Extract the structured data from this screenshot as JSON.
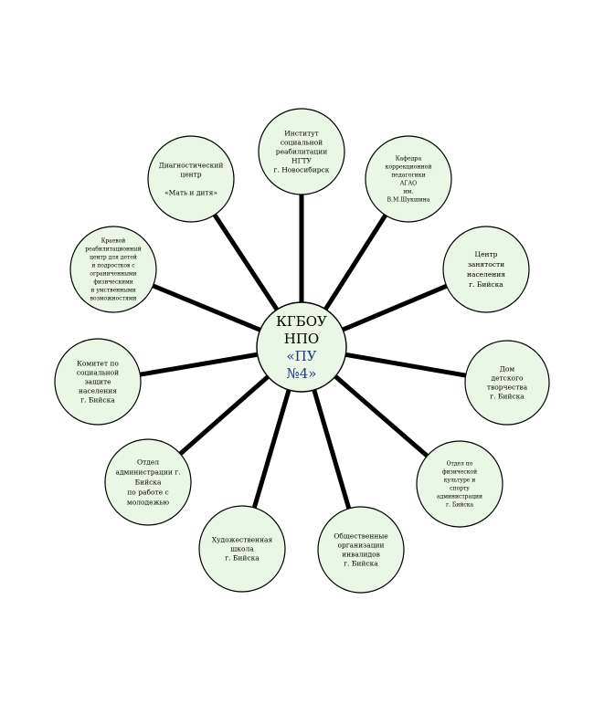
{
  "center": {
    "lines": [
      "КГБОУ",
      "НПО",
      "«ПУ",
      "№4»"
    ],
    "line_colors": [
      "#000000",
      "#000000",
      "#1f3a7a",
      "#1f3a7a"
    ]
  },
  "nodes": [
    {
      "id": "institute",
      "lines": [
        "Институт",
        "социальной",
        "реабилитации",
        "НГТУ",
        "г. Новосибирск"
      ]
    },
    {
      "id": "kafedra",
      "lines": [
        "Кафедра",
        "коррекционной",
        "педагогики",
        "АГАО",
        "им.",
        "В.М.Шукшина"
      ]
    },
    {
      "id": "employment-center",
      "lines": [
        "Центр",
        "занятости",
        "населения",
        "г. Бийска"
      ]
    },
    {
      "id": "children-creativity",
      "lines": [
        "Дом",
        "детского",
        "творчества",
        "г. Бийска"
      ]
    },
    {
      "id": "sport-dept",
      "lines": [
        "Отдел по",
        "физической",
        "культуре и",
        "спорту",
        "администрации",
        "г. Бийска"
      ]
    },
    {
      "id": "public-orgs",
      "lines": [
        "Общественные",
        "организации",
        "инвалидов",
        "г. Бийска"
      ]
    },
    {
      "id": "art-school",
      "lines": [
        "Художественная",
        "школа",
        "г. Бийска"
      ]
    },
    {
      "id": "youth-dept",
      "lines": [
        "Отдел",
        "администрации г.",
        "Бийска",
        "по работе с",
        "молодежью"
      ]
    },
    {
      "id": "social-committee",
      "lines": [
        "Комитет по",
        "социальной",
        "защите",
        "населения",
        "г. Бийска"
      ]
    },
    {
      "id": "regional-rehab-center",
      "lines": [
        "Краевой",
        "реабилитационный",
        "центр для детей",
        "и подростков с",
        "ограниченными",
        "физическими",
        "и умственными",
        "возможностями"
      ]
    },
    {
      "id": "diagnostic-center",
      "lines": [
        "Диагностический",
        "центр",
        "",
        "«Мать и дитя»"
      ]
    }
  ]
}
